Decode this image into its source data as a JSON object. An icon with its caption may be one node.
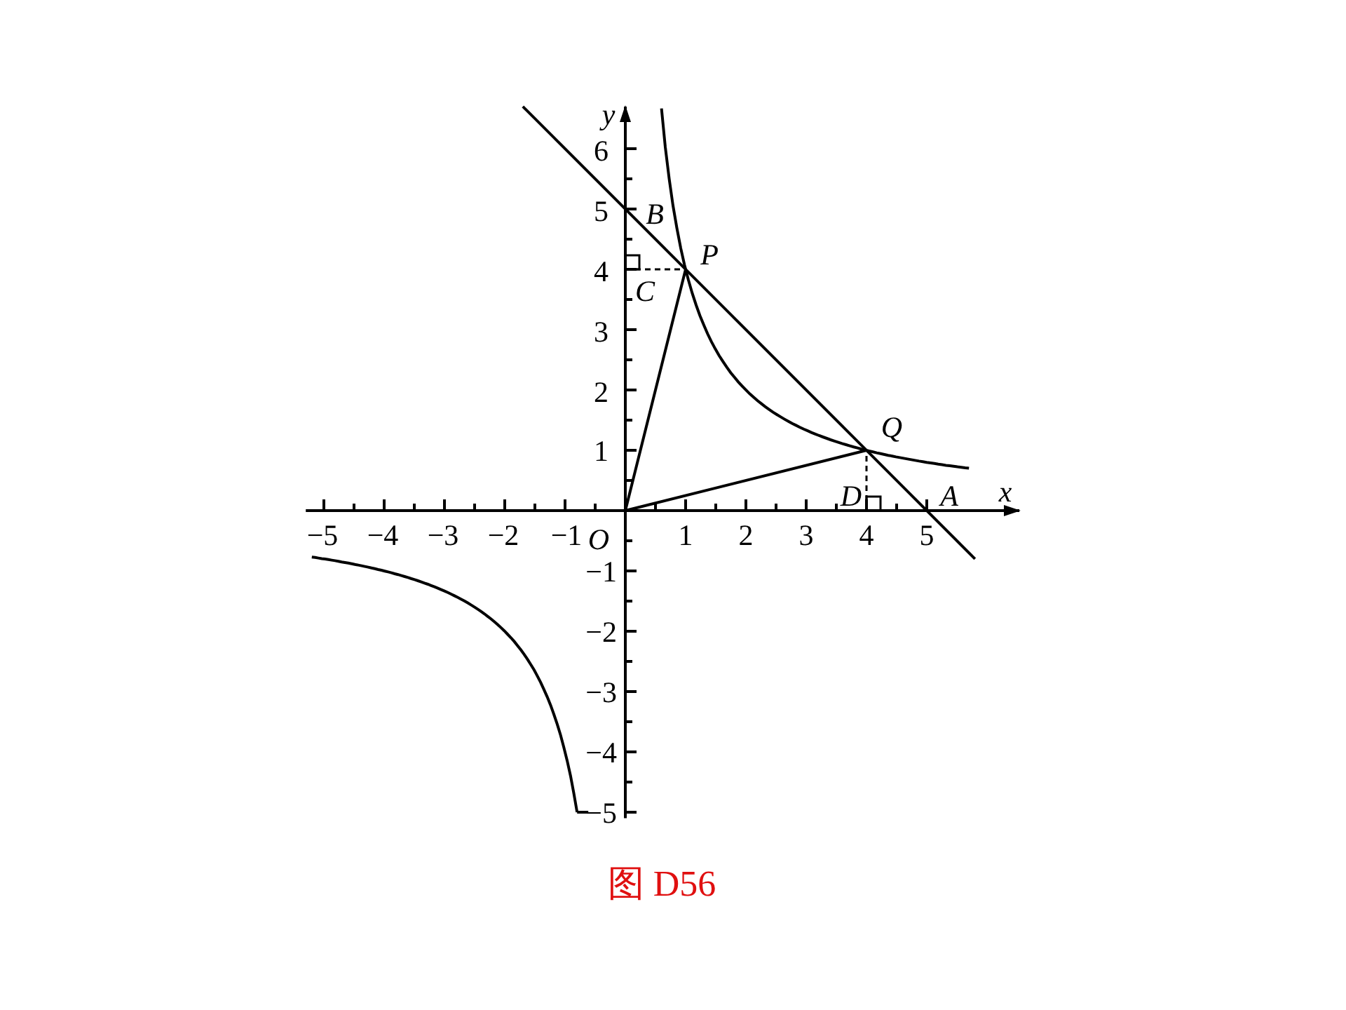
{
  "diagram": {
    "caption": "图 D56",
    "labels": [
      "y",
      "6",
      "5",
      "B",
      "P",
      "4",
      "C",
      "3",
      "2",
      "1",
      "Q",
      "D",
      "A",
      "x",
      "−5",
      "−4",
      "−3",
      "−2",
      "−1",
      "O",
      "1",
      "2",
      "3",
      "4",
      "5",
      "−1",
      "−2",
      "−3",
      "−4",
      "−5"
    ]
  }
}
